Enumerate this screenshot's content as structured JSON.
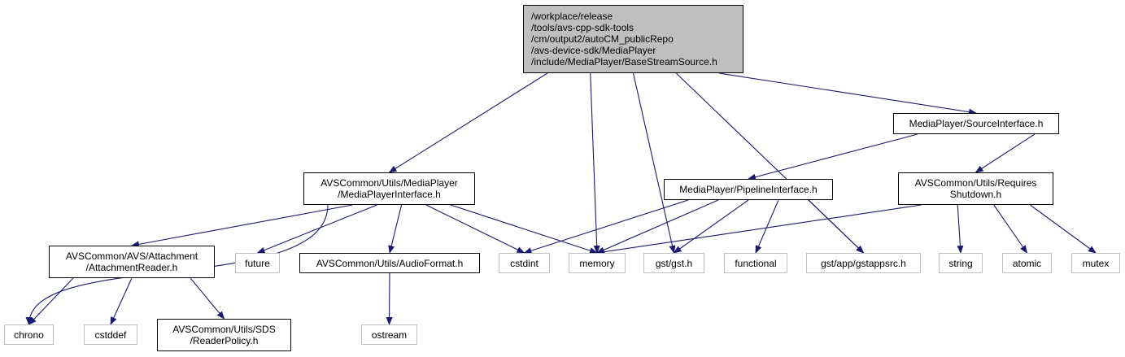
{
  "colors": {
    "edge": "#191970",
    "root_fill": "#bfbfbf",
    "node_border": "#000000",
    "system_border": "#bfbfbf",
    "background": "#ffffff"
  },
  "nodes": {
    "root": {
      "lines": [
        "/workplace/release",
        "/tools/avs-cpp-sdk-tools",
        "/cm/output2/autoCM_publicRepo",
        "/avs-device-sdk/MediaPlayer",
        "/include/MediaPlayer/BaseStreamSource.h"
      ]
    },
    "source_interface": {
      "lines": [
        "MediaPlayer/SourceInterface.h"
      ]
    },
    "media_player_interface": {
      "lines": [
        "AVSCommon/Utils/MediaPlayer",
        "/MediaPlayerInterface.h"
      ]
    },
    "pipeline_interface": {
      "lines": [
        "MediaPlayer/PipelineInterface.h"
      ]
    },
    "requires_shutdown": {
      "lines": [
        "AVSCommon/Utils/Requires",
        "Shutdown.h"
      ]
    },
    "attachment_reader": {
      "lines": [
        "AVSCommon/AVS/Attachment",
        "/AttachmentReader.h"
      ]
    },
    "future": {
      "lines": [
        "future"
      ]
    },
    "audio_format": {
      "lines": [
        "AVSCommon/Utils/AudioFormat.h"
      ]
    },
    "cstdint": {
      "lines": [
        "cstdint"
      ]
    },
    "memory": {
      "lines": [
        "memory"
      ]
    },
    "gst": {
      "lines": [
        "gst/gst.h"
      ]
    },
    "functional": {
      "lines": [
        "functional"
      ]
    },
    "gstappsrc": {
      "lines": [
        "gst/app/gstappsrc.h"
      ]
    },
    "string": {
      "lines": [
        "string"
      ]
    },
    "atomic": {
      "lines": [
        "atomic"
      ]
    },
    "mutex": {
      "lines": [
        "mutex"
      ]
    },
    "chrono": {
      "lines": [
        "chrono"
      ]
    },
    "cstddef": {
      "lines": [
        "cstddef"
      ]
    },
    "reader_policy": {
      "lines": [
        "AVSCommon/Utils/SDS",
        "/ReaderPolicy.h"
      ]
    },
    "ostream": {
      "lines": [
        "ostream"
      ]
    }
  },
  "edges": [
    [
      "root",
      "media_player_interface"
    ],
    [
      "root",
      "memory"
    ],
    [
      "root",
      "gst"
    ],
    [
      "root",
      "gstappsrc"
    ],
    [
      "root",
      "source_interface"
    ],
    [
      "source_interface",
      "pipeline_interface"
    ],
    [
      "source_interface",
      "requires_shutdown"
    ],
    [
      "media_player_interface",
      "chrono"
    ],
    [
      "media_player_interface",
      "attachment_reader"
    ],
    [
      "media_player_interface",
      "future"
    ],
    [
      "media_player_interface",
      "audio_format"
    ],
    [
      "media_player_interface",
      "cstdint"
    ],
    [
      "media_player_interface",
      "memory"
    ],
    [
      "pipeline_interface",
      "cstdint"
    ],
    [
      "pipeline_interface",
      "memory"
    ],
    [
      "pipeline_interface",
      "gst"
    ],
    [
      "pipeline_interface",
      "functional"
    ],
    [
      "pipeline_interface",
      "gstappsrc"
    ],
    [
      "requires_shutdown",
      "memory"
    ],
    [
      "requires_shutdown",
      "string"
    ],
    [
      "requires_shutdown",
      "atomic"
    ],
    [
      "requires_shutdown",
      "mutex"
    ],
    [
      "attachment_reader",
      "chrono"
    ],
    [
      "attachment_reader",
      "cstddef"
    ],
    [
      "attachment_reader",
      "reader_policy"
    ],
    [
      "audio_format",
      "ostream"
    ]
  ]
}
